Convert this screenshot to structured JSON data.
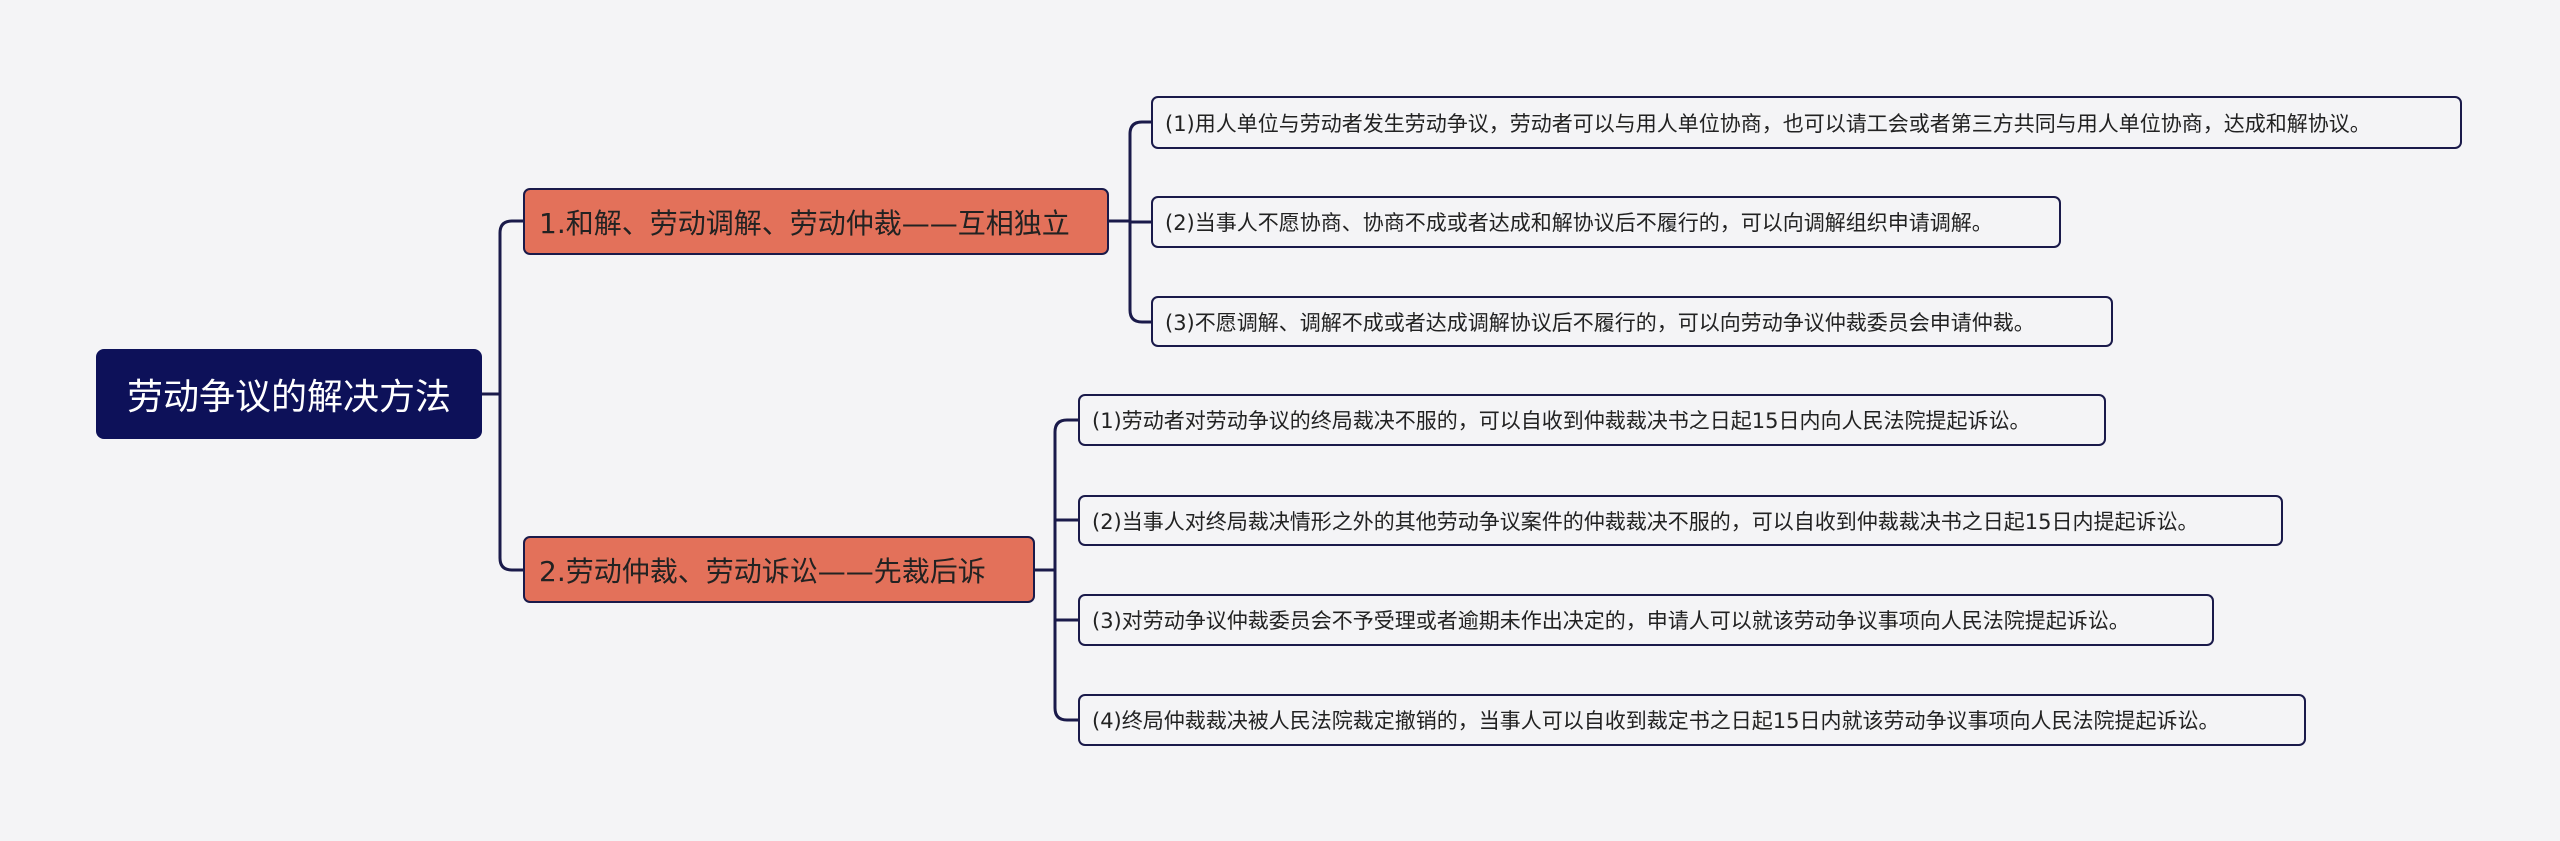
{
  "root": {
    "label": "劳动争议的解决方法"
  },
  "branches": [
    {
      "label": "1.和解、劳动调解、劳动仲裁——互相独立",
      "children": [
        "(1)用人单位与劳动者发生劳动争议，劳动者可以与用人单位协商，也可以请工会或者第三方共同与用人单位协商，达成和解协议。",
        "(2)当事人不愿协商、协商不成或者达成和解协议后不履行的，可以向调解组织申请调解。",
        "(3)不愿调解、调解不成或者达成调解协议后不履行的，可以向劳动争议仲裁委员会申请仲裁。"
      ]
    },
    {
      "label": "2.劳动仲裁、劳动诉讼——先裁后诉",
      "children": [
        "(1)劳动者对劳动争议的终局裁决不服的，可以自收到仲裁裁决书之日起15日内向人民法院提起诉讼。",
        "(2)当事人对终局裁决情形之外的其他劳动争议案件的仲裁裁决不服的，可以自收到仲裁裁决书之日起15日内提起诉讼。",
        "(3)对劳动争议仲裁委员会不予受理或者逾期未作出决定的，申请人可以就该劳动争议事项向人民法院提起诉讼。",
        "(4)终局仲裁裁决被人民法院裁定撤销的，当事人可以自收到裁定书之日起15日内就该劳动争议事项向人民法院提起诉讼。"
      ]
    }
  ],
  "colors": {
    "root": "#0d1159",
    "branch": "#e3715a",
    "line": "#1a1a4a"
  }
}
